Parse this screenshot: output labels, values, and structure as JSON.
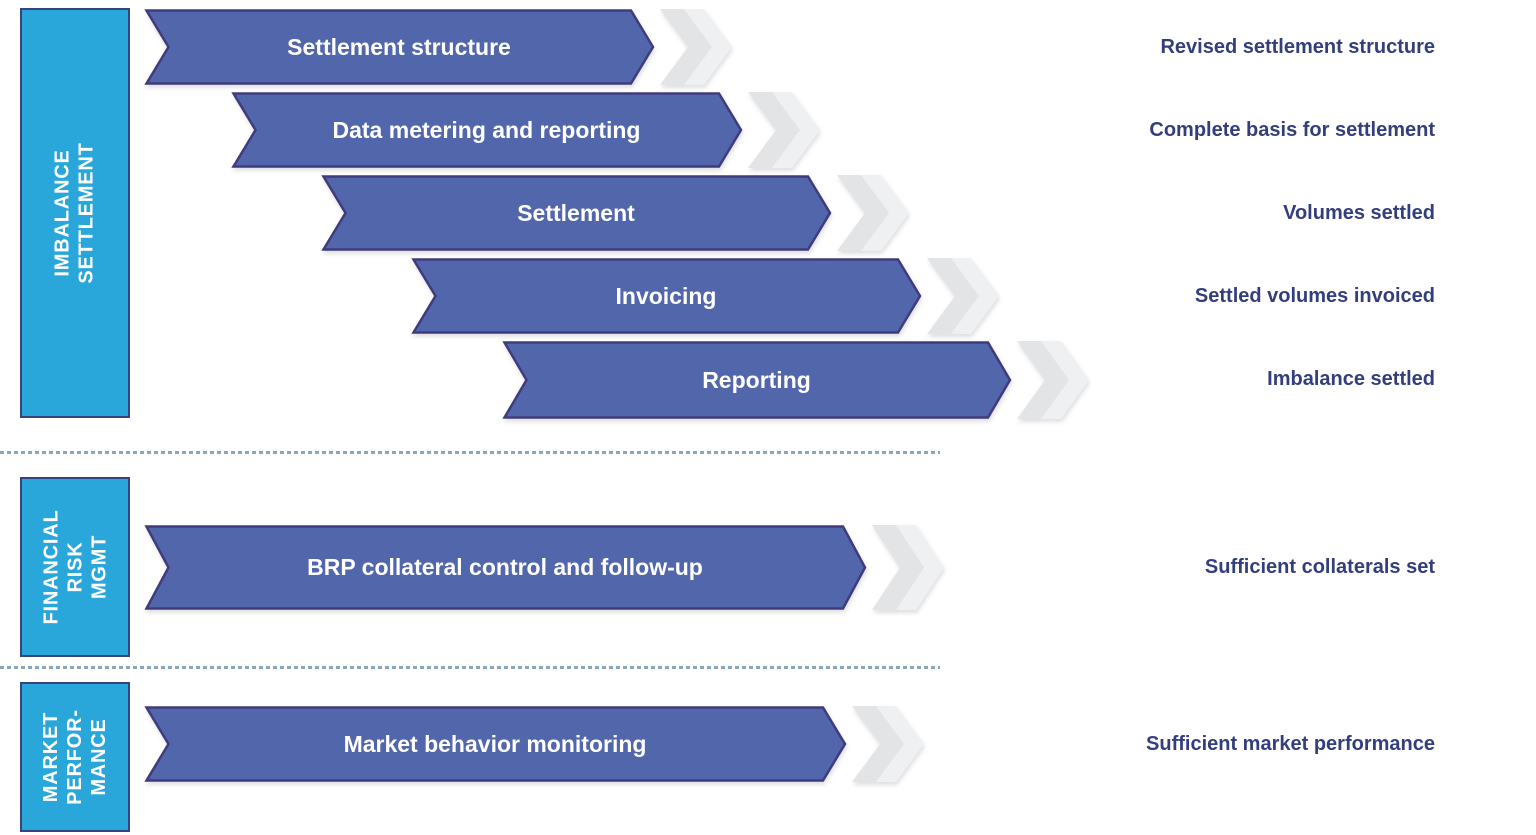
{
  "colors": {
    "section_box_fill": "#29a7db",
    "section_box_border": "#35437f",
    "arrow_fill": "#5266ac",
    "arrow_border": "#3f3c7d",
    "arrow_text": "#ffffff",
    "gray_chevron": "#e3e4e6",
    "gray_chevron_light": "#eff0f2",
    "outcome_text": "#333f7d",
    "divider_dash": "#8aa7ba",
    "background": "#ffffff"
  },
  "sections": [
    {
      "id": "imbalance-settlement",
      "side_label": "IMBALANCE SETTLEMENT",
      "steps": [
        {
          "label": "Settlement structure",
          "outcome": "Revised settlement structure"
        },
        {
          "label": "Data metering and reporting",
          "outcome": "Complete basis for settlement"
        },
        {
          "label": "Settlement",
          "outcome": "Volumes settled"
        },
        {
          "label": "Invoicing",
          "outcome": "Settled volumes invoiced"
        },
        {
          "label": "Reporting",
          "outcome": "Imbalance settled"
        }
      ]
    },
    {
      "id": "financial-risk-mgmt",
      "side_label": "FINANCIAL\nRISK MGMT",
      "steps": [
        {
          "label": "BRP collateral control and follow-up",
          "outcome": "Sufficient collaterals set"
        }
      ]
    },
    {
      "id": "market-performance",
      "side_label": "MARKET\nPERFOR-\nMANCE",
      "steps": [
        {
          "label": "Market behavior monitoring",
          "outcome": "Sufficient market performance"
        }
      ]
    }
  ]
}
